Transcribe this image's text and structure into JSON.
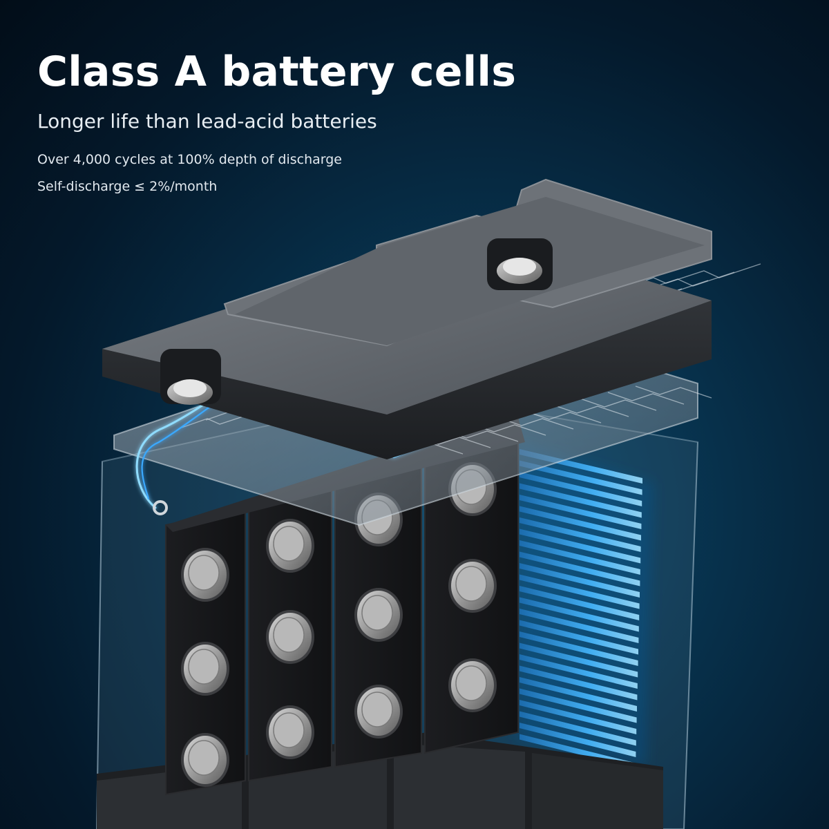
{
  "headline": "Class A battery cells",
  "subheadline": "Longer life than lead-acid batteries",
  "specs": [
    "Over 4,000 cycles at 100% depth of discharge",
    "Self-discharge ≤ 2%/month"
  ],
  "colors": {
    "background_center": "#0a4a6e",
    "background_edge": "#020d18",
    "text": "#ffffff",
    "glow_blue": "#36b4ff",
    "cell_body": "#151618",
    "terminal": "#9c9c9c",
    "lid": "#555a60"
  }
}
